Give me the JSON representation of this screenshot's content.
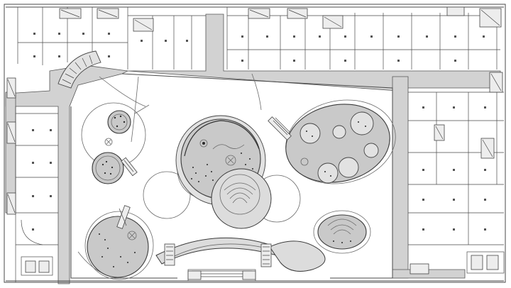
{
  "drawing": {
    "type": "architectural floor plan",
    "colors": {
      "background": "#ffffff",
      "corridor": "#d2d2d2",
      "platform": "#c9c9c9",
      "line": "#3a3a3a"
    }
  },
  "plan_elements": {
    "north_shops": "shop-units-north",
    "south_east_shops": "shop-units-east",
    "west_shops": "shop-units-west",
    "central_atrium": "atrium-void",
    "platforms": [
      "platform-small-north-west",
      "platform-small-west",
      "platform-central-round",
      "platform-oval-east",
      "platform-south-west",
      "platform-oval-south-east"
    ],
    "stairs": [
      "stair-west-curve",
      "stair-south-left",
      "stair-south-right",
      "stair-bottom-left-core",
      "stair-bottom-right-core"
    ]
  }
}
